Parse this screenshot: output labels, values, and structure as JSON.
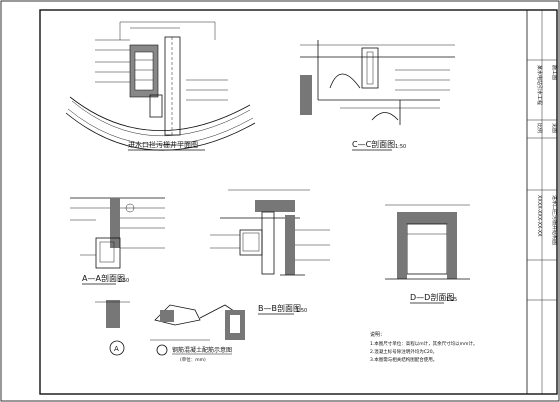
{
  "views": {
    "plan_title": "进水口拦污栅井平面图",
    "section_aa": "A—A剖面图",
    "section_aa_scale": "1:50",
    "section_bb": "B—B剖面图",
    "section_bb_scale": "1:50",
    "section_cc": "C—C剖面图",
    "section_cc_scale": "1:50",
    "section_dd": "D—D剖面图",
    "section_dd_scale": "1:25",
    "detail_title": "钢筋混凝土配筋示意图",
    "detail_note": "(单位：mm)",
    "detail_marker": "A"
  },
  "notes": {
    "heading": "说明：",
    "items": [
      "1.本图尺寸单位：高程以m计，其余尺寸均以mm计。",
      "2.混凝土标号除注明外均为C20。",
      "3.本图需与相关结构图配合使用。"
    ]
  },
  "title_block": {
    "project": "某水电站引水工程",
    "stage": "施工图",
    "drawing_name": "进水口拦污栅井结构图",
    "scale_label": "比例",
    "scale_value": "见图",
    "drawing_no": "XXXX-XXX-XX-XX"
  }
}
